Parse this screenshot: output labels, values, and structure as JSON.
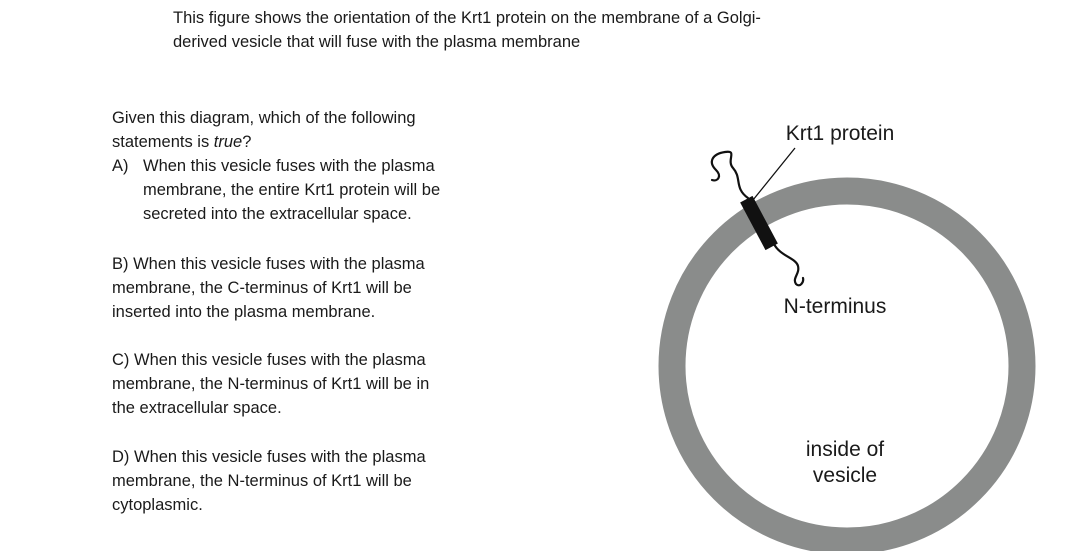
{
  "caption": {
    "line1": "This figure shows the orientation of the Krt1 protein on the membrane of a Golgi-",
    "line2": "derived vesicle that will fuse with the plasma membrane"
  },
  "question": {
    "line1": "Given this diagram, which of the following",
    "line2_prefix": "statements is ",
    "line2_emph": "true",
    "line2_suffix": "?"
  },
  "options": {
    "a": {
      "letter": "A)",
      "lines": [
        "When this vesicle fuses with the plasma",
        "membrane, the entire Krt1 protein will be",
        "secreted into the extracellular space."
      ]
    },
    "b": {
      "lines": [
        "B) When this vesicle fuses with the plasma",
        "membrane, the C-terminus of Krt1 will be",
        "inserted into the plasma membrane."
      ]
    },
    "c": {
      "lines": [
        "C) When this vesicle fuses with the plasma",
        "membrane, the N-terminus of Krt1 will be in",
        "the extracellular space."
      ]
    },
    "d": {
      "lines": [
        "D) When this vesicle fuses with the plasma",
        "membrane, the N-terminus of Krt1 will be",
        "cytoplasmic."
      ]
    }
  },
  "diagram": {
    "protein_label": "Krt1 protein",
    "n_terminus_label": "N-terminus",
    "inside_label_line1": "inside of",
    "inside_label_line2": "vesicle",
    "membrane_color": "#8a8c8b",
    "protein_color": "#111111"
  }
}
